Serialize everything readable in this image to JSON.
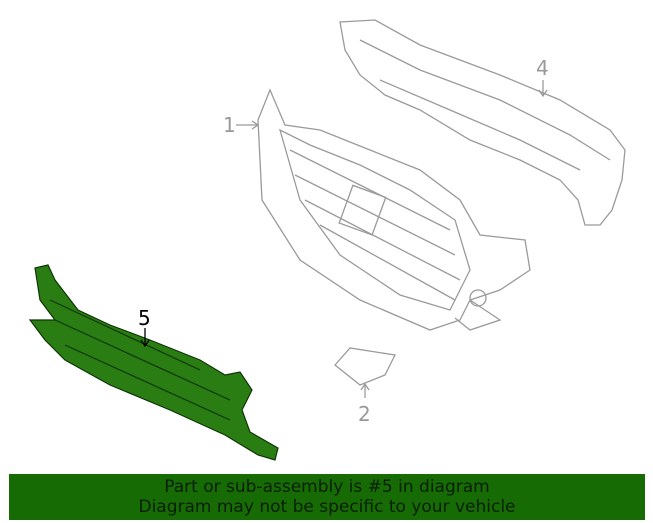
{
  "callouts": [
    {
      "number": "1",
      "part": "grille"
    },
    {
      "number": "2",
      "part": "cover"
    },
    {
      "number": "4",
      "part": "bracket"
    },
    {
      "number": "5",
      "part": "lower-grille-highlighted"
    }
  ],
  "banner": {
    "line1": "Part or sub-assembly is #5 in diagram",
    "line2": "Diagram may not be specific to your vehicle"
  },
  "colors": {
    "highlight": "#2a7d12",
    "banner": "#166b04",
    "line": "#9a9a9a"
  }
}
